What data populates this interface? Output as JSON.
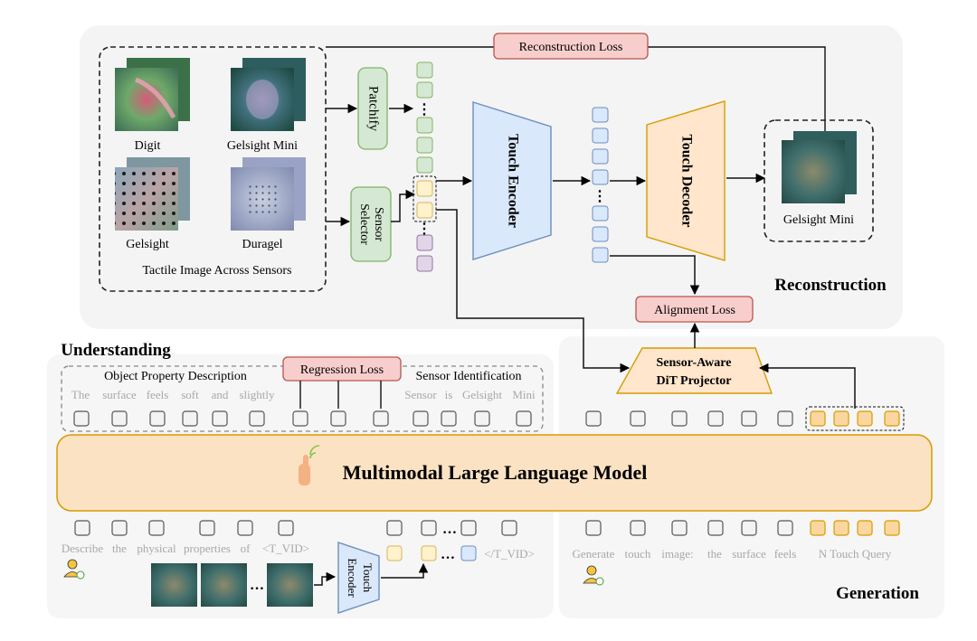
{
  "sections": {
    "reconstruction": "Reconstruction",
    "understanding": "Understanding",
    "generation": "Generation"
  },
  "losses": {
    "reconstruction": "Reconstruction Loss",
    "alignment": "Alignment Loss",
    "regression": "Regression Loss"
  },
  "modules": {
    "patchify": "Patchify",
    "sensor_selector_1": "Sensor",
    "sensor_selector_2": "Selector",
    "touch_encoder": "Touch Encoder",
    "touch_decoder": "Touch Decoder",
    "projector_1": "Sensor-Aware",
    "projector_2": "DiT Projector",
    "mllm": "Multimodal Large Language Model",
    "small_encoder_1": "Touch",
    "small_encoder_2": "Encoder"
  },
  "sensors": {
    "digit": "Digit",
    "gelsight_mini": "Gelsight Mini",
    "gelsight": "Gelsight",
    "duragel": "Duragel",
    "caption": "Tactile Image Across Sensors",
    "output": "Gelsight Mini"
  },
  "understanding": {
    "property_title": "Object Property Description",
    "property_words": [
      "The",
      "surface",
      "feels",
      "soft",
      "and",
      "slightly"
    ],
    "sensor_title": "Sensor Identification",
    "sensor_words": [
      "Sensor",
      "is",
      "Gelsight",
      "Mini"
    ],
    "prompt_words": [
      "Describe",
      "the",
      "physical",
      "properties",
      "of",
      "<T_VID>"
    ],
    "end_token": "</T_VID>"
  },
  "generation": {
    "prompt_words": [
      "Generate",
      "touch",
      "image:",
      "the",
      "surface",
      "feels"
    ],
    "query_label": "N Touch Query"
  },
  "symbols": {
    "ellipsis": "…",
    "vdots": "⋮"
  },
  "colors": {
    "token_green": "#d5e8d4",
    "token_green_border": "#82b366",
    "token_blue": "#dae8fc",
    "token_blue_border": "#6c8ebf",
    "token_yellow": "#fff2cc",
    "token_yellow_border": "#d6b656",
    "token_purple": "#e1d5e7",
    "token_purple_border": "#9673a6",
    "loss_fill": "#f8cecc",
    "loss_border": "#b85450",
    "decoder_fill": "#ffe6cc",
    "decoder_border": "#d79b00",
    "mllm_fill": "#fbe2c3",
    "query_fill": "#fad7a0"
  }
}
